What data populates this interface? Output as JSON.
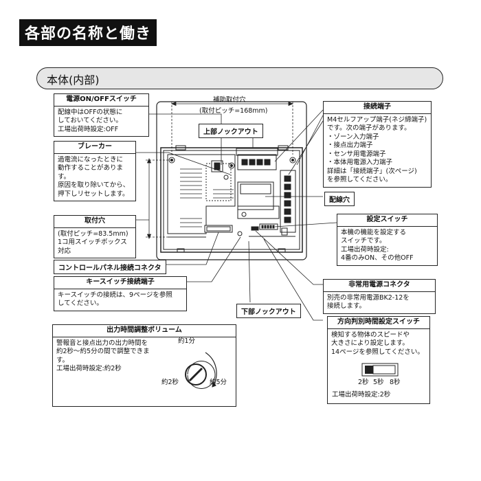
{
  "header": {
    "title": "各部の名称と働き"
  },
  "section": {
    "title": "本体(内部)"
  },
  "dimension": {
    "label": "補助取付穴",
    "pitch": "(取付ピッチ=168mm)"
  },
  "power_switch": {
    "title": "電源ON/OFFスイッチ",
    "body": "配線中はOFFの状態に\nしておいてください。\n工場出荷時設定:OFF"
  },
  "breaker": {
    "title": "ブレーカー",
    "body": "過電流になったときに\n動作することがあります。\n原因を取り除いてから、\n押下しリセットします。"
  },
  "mount_hole": {
    "title": "取付穴",
    "body": "(取付ピッチ=83.5mm)\n1コ用スイッチボックス対応"
  },
  "upper_knockout": {
    "label": "上部ノックアウト"
  },
  "lower_knockout": {
    "label": "下部ノックアウト"
  },
  "terminal": {
    "title": "接続端子",
    "body": "M4セルフアップ端子(ネジ締端子)\nです。次の端子があります。\n・ゾーン入力端子\n・接点出力端子\n・センサ用電源端子\n・本体用電源入力端子\n詳細は「接続端子」(次ページ)\nを参照してください。"
  },
  "wiring_hole": {
    "label": "配線穴"
  },
  "setting_switch": {
    "title": "設定スイッチ",
    "body": "本機の機能を設定する\nスイッチです。\n工場出荷時設定:\n4番のみON、その他OFF"
  },
  "control_panel": {
    "label": "コントロールパネル接続コネクタ"
  },
  "key_switch": {
    "title": "キースイッチ接続端子",
    "body": "キースイッチの接続は、9ページを参照\nしてください。"
  },
  "emergency": {
    "title": "非常用電源コネクタ",
    "body": "別売の非常用電源BK2-12を\n接続します。"
  },
  "output_volume": {
    "title": "出力時間調整ボリューム",
    "body": "警報音と接点出力の出力時間を\n約2秒～約5分の間で調整できま\nす。\n工場出荷時設定:約2秒",
    "dial_min": "約2秒",
    "dial_mid": "約1分",
    "dial_max": "約5分"
  },
  "direction_switch": {
    "title": "方向判別時間設定スイッチ",
    "body": "検知する物体のスピードや\n大きさにより設定します。\n14ページを参照してください。",
    "positions": [
      "2秒",
      "5秒",
      "8秒"
    ],
    "factory": "工場出荷時設定:2秒"
  }
}
